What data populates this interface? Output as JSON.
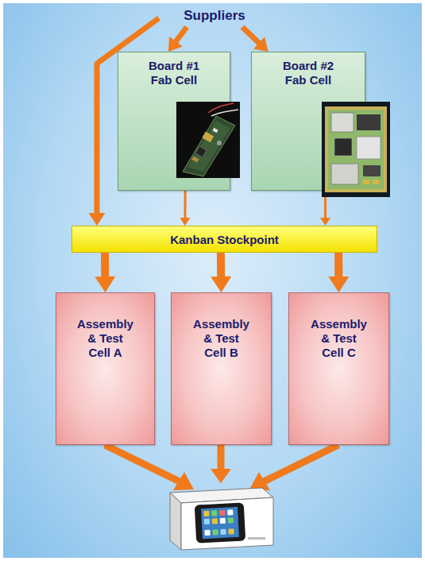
{
  "diagram": {
    "nodes": [
      {
        "text": [
          "Suppliers"
        ]
      },
      {
        "text": [
          "Board #1 Fab Cell"
        ]
      },
      {
        "text": [
          "Board #2 Fab Cell"
        ]
      },
      {
        "text": [
          "Kanban Stockpoint"
        ]
      },
      {
        "text": [
          "Assembly & Test Cell A"
        ]
      },
      {
        "text": [
          "Assembly & Test Cell B"
        ]
      },
      {
        "text": [
          "Assembly & Test Cell C"
        ]
      }
    ],
    "edges": [
      {
        "from": 0,
        "to": 1,
        "arrow": "to"
      },
      {
        "from": 0,
        "to": 2,
        "arrow": "to"
      },
      {
        "from": 0,
        "to": 3,
        "arrow": "to"
      },
      {
        "from": 1,
        "to": 3,
        "arrow": "to"
      },
      {
        "from": 2,
        "to": 3,
        "arrow": "to"
      },
      {
        "from": 3,
        "to": 4,
        "arrow": "to"
      },
      {
        "from": 3,
        "to": 5,
        "arrow": "to"
      },
      {
        "from": 3,
        "to": 6,
        "arrow": "to"
      }
    ]
  }
}
